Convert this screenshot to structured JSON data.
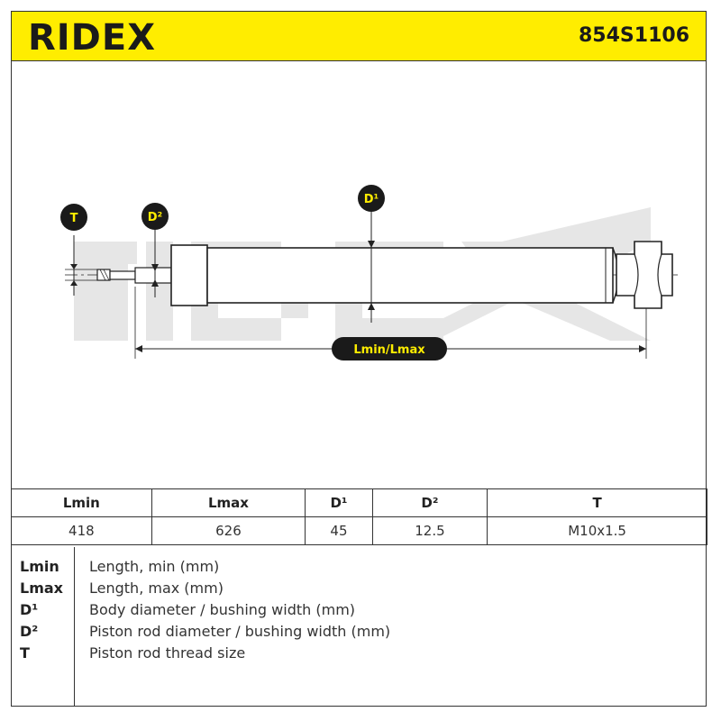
{
  "header": {
    "brand": "RIDEX",
    "part_number": "854S1106"
  },
  "diagram": {
    "labels": {
      "t": "T",
      "d2": "D²",
      "d1": "D¹",
      "length": "Lmin/Lmax"
    },
    "accent_color": "#ffed00",
    "line_color": "#222222"
  },
  "spec_table": {
    "headers": [
      "Lmin",
      "Lmax",
      "D¹",
      "D²",
      "T"
    ],
    "values": [
      "418",
      "626",
      "45",
      "12.5",
      "M10x1.5"
    ]
  },
  "legend": {
    "items": [
      {
        "key": "Lmin",
        "desc": "Length, min (mm)"
      },
      {
        "key": "Lmax",
        "desc": "Length, max (mm)"
      },
      {
        "key": "D¹",
        "desc": "Body diameter / bushing width (mm)"
      },
      {
        "key": "D²",
        "desc": "Piston rod diameter / bushing width (mm)"
      },
      {
        "key": "T",
        "desc": "Piston rod thread size"
      }
    ]
  }
}
